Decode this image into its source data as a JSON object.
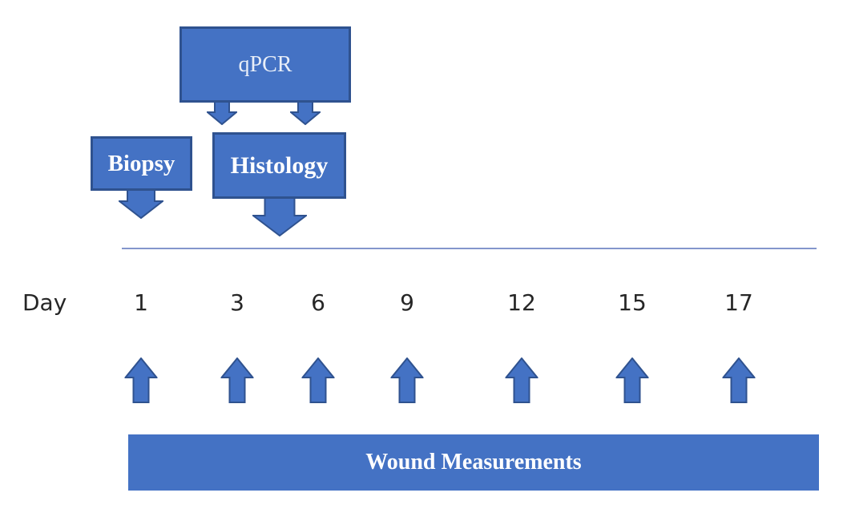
{
  "boxes": {
    "qpcr": "qPCR",
    "biopsy": "Biopsy",
    "histology": "Histology"
  },
  "timeline": {
    "label": "Day",
    "days": [
      "1",
      "3",
      "6",
      "9",
      "12",
      "15",
      "17"
    ]
  },
  "bar": {
    "label": "Wound Measurements"
  },
  "icons": {
    "qpcr_connectors": "down-block-arrow",
    "biopsy_marker": "down-block-arrow",
    "histology_marker": "down-block-arrow",
    "day_markers": "up-block-arrow"
  },
  "colors": {
    "shape-fill": "#4472C4",
    "shape-border": "#2F528F",
    "shape-text": "#FFFFFF",
    "qpcr-text": "#E8EEF8",
    "timeline-line": "#8496CC",
    "day-text": "#262626",
    "background": "#FFFFFF"
  }
}
